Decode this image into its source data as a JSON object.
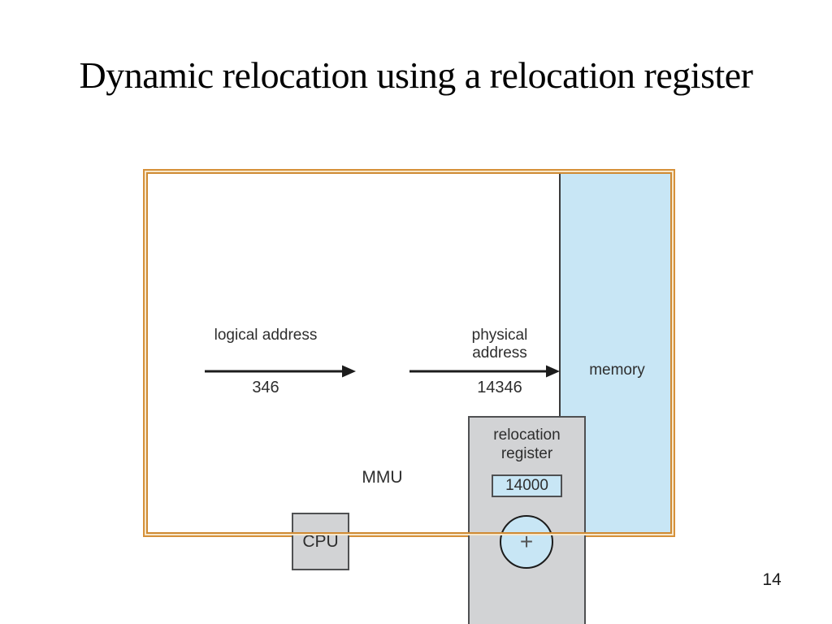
{
  "slide": {
    "title": "Dynamic relocation using a relocation register",
    "page_number": "14"
  },
  "diagram": {
    "cpu": {
      "label": "CPU"
    },
    "mmu": {
      "label": "MMU",
      "register_label": "relocation register",
      "register_value": "14000",
      "adder_symbol": "+"
    },
    "memory": {
      "label": "memory"
    },
    "logical_address": {
      "label": "logical address",
      "value": "346"
    },
    "physical_address": {
      "label": "physical address",
      "value": "14346"
    },
    "colors": {
      "frame_border": "#d6913a",
      "box_fill": "#d2d3d5",
      "box_border": "#4f5052",
      "highlight_fill": "#c8e6f5",
      "arrow": "#1c1c1c"
    }
  }
}
